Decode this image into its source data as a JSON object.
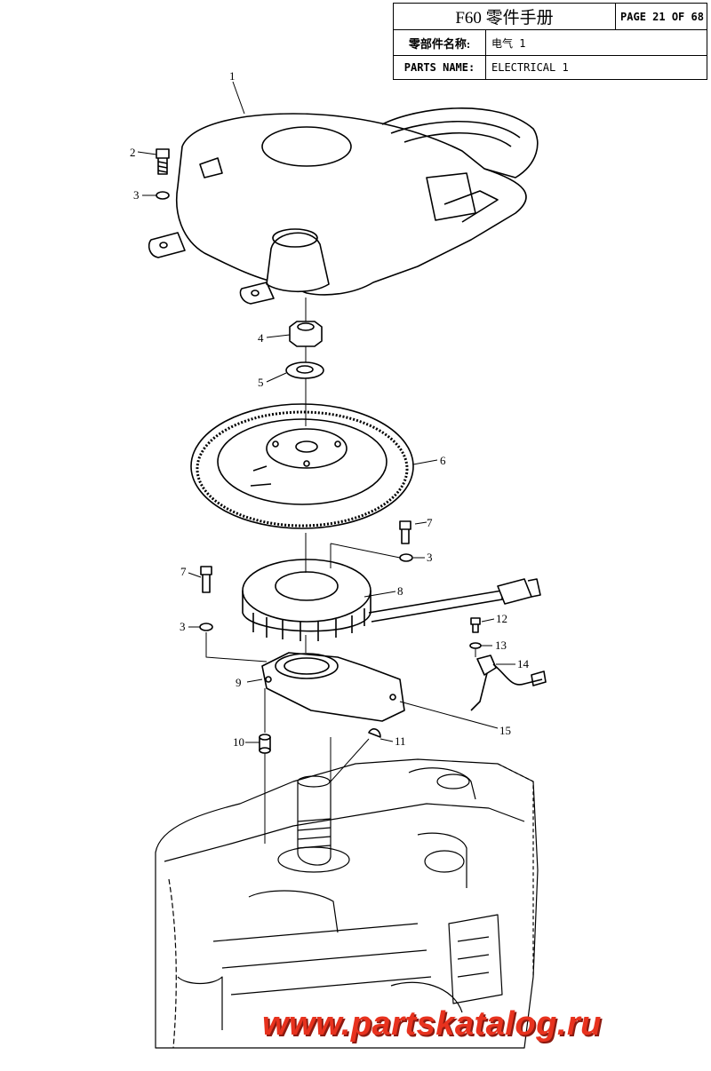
{
  "header": {
    "title": "F60 零件手册",
    "page": "PAGE 21 OF 68",
    "cn_label": "零部件名称:",
    "cn_value": "电气 1",
    "en_label": "PARTS NAME:",
    "en_value": "ELECTRICAL 1"
  },
  "callouts": [
    "1",
    "2",
    "3",
    "4",
    "5",
    "6",
    "7",
    "7",
    "3",
    "3",
    "8",
    "9",
    "10",
    "11",
    "12",
    "13",
    "14",
    "15"
  ],
  "watermark": "www.partskatalog.ru",
  "colors": {
    "line": "#000000",
    "watermark": "#e8321e"
  }
}
